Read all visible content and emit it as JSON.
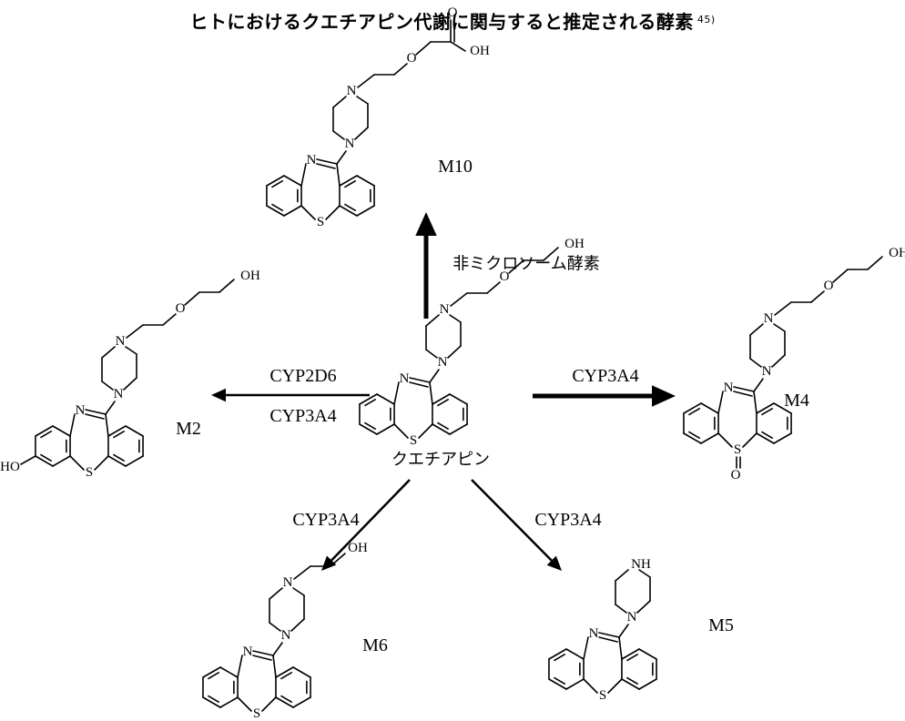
{
  "title": {
    "text": "ヒトにおけるクエチアピン代謝に関与すると推定される酵素",
    "ref": "45)"
  },
  "center": {
    "name": "クエチアピン"
  },
  "arrows": {
    "up": "非ミクロソーム酵素",
    "left_top": "CYP2D6",
    "left_bottom": "CYP3A4",
    "right": "CYP3A4",
    "down_left": "CYP3A4",
    "down_right": "CYP3A4"
  },
  "metabolites": {
    "m10": "M10",
    "m2": "M2",
    "m4": "M4",
    "m6": "M6",
    "m5": "M5"
  },
  "atoms": {
    "N": "N",
    "S": "S",
    "O": "O",
    "OH": "OH",
    "HO": "HO",
    "NH": "NH"
  }
}
